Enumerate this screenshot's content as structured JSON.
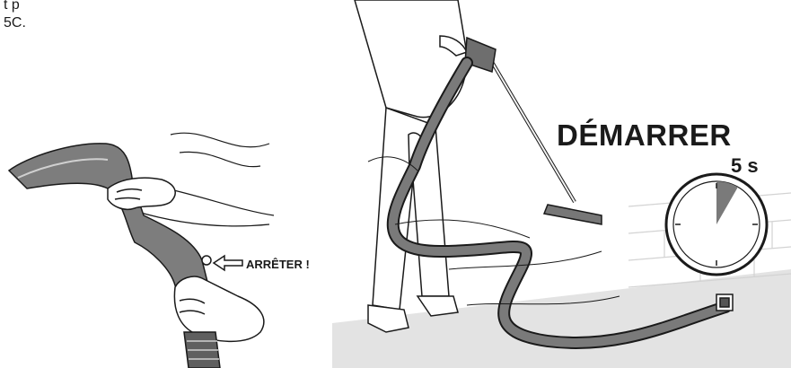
{
  "fragment_text": {
    "line1": "t p",
    "line2": "5C."
  },
  "left_panel": {
    "stop_label": "ARRÊTER !",
    "icons": [
      "hand-icon",
      "hose-handle-icon",
      "arrow-left-icon",
      "stop-button-icon"
    ]
  },
  "right_panel": {
    "start_label": "DÉMARRER",
    "timer_value": "5 s",
    "timer_fraction": 0.083,
    "icons": [
      "person-vacuuming-icon",
      "vacuum-hose-icon",
      "floor-nozzle-icon",
      "wall-inlet-icon",
      "stopwatch-icon"
    ]
  },
  "colors": {
    "line": "#1a1a1a",
    "shadow": "#6f6f6f",
    "floor": "#d9d9d9",
    "timer_wedge": "#7a7a7a"
  }
}
